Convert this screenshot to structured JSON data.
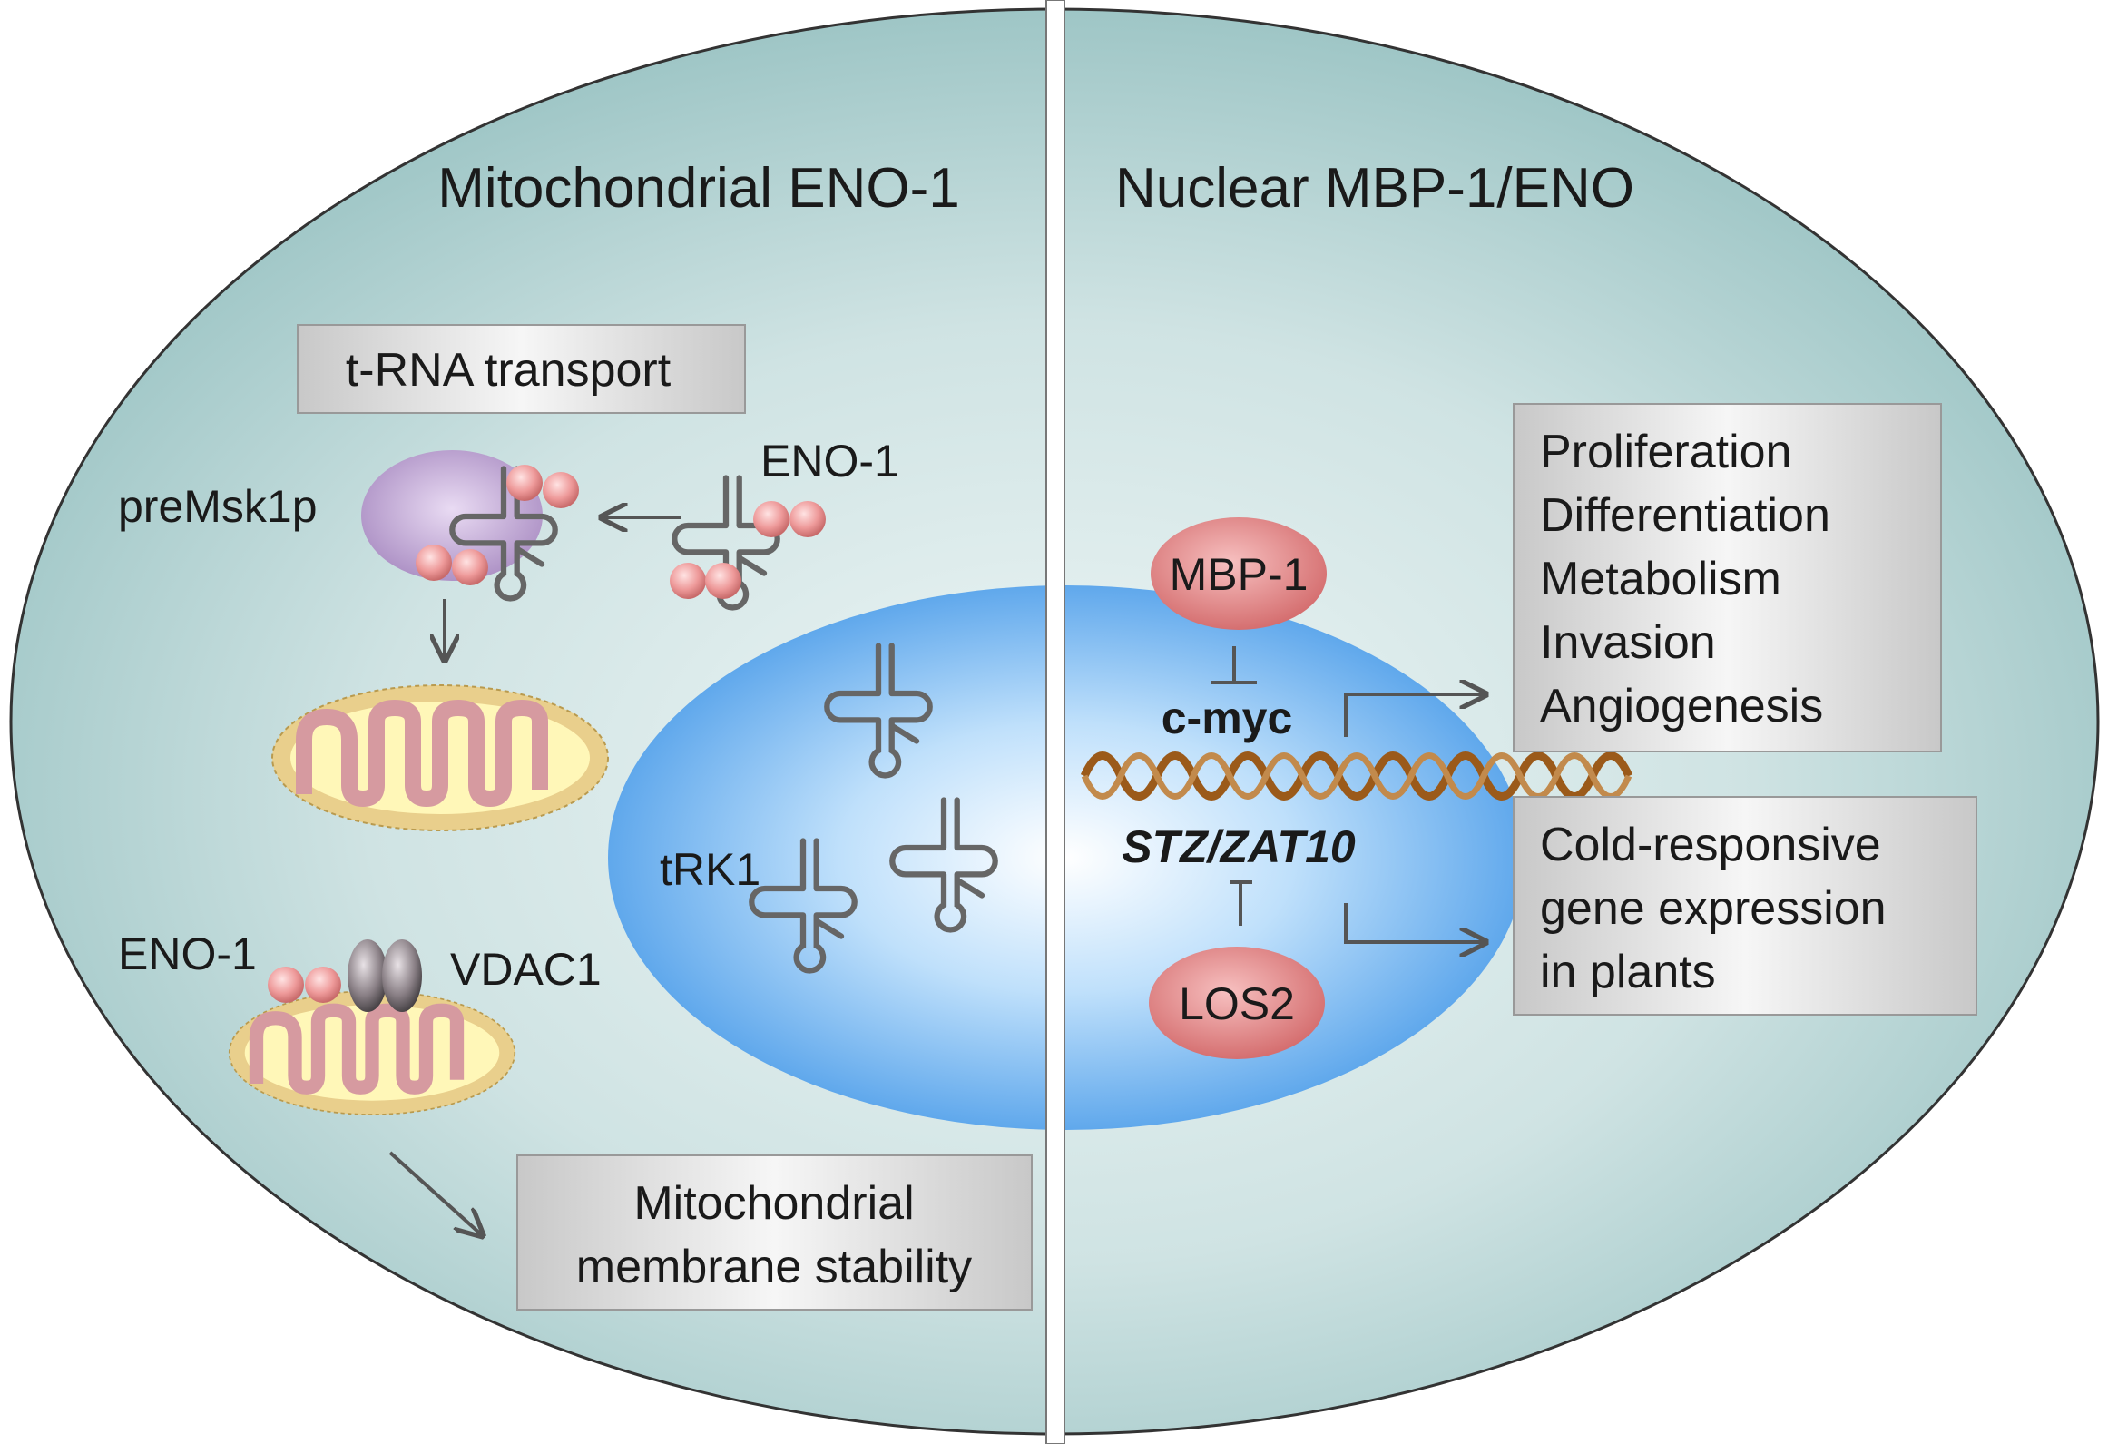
{
  "left_panel": {
    "title": "Mitochondrial ENO-1",
    "trna_box": "t-RNA transport",
    "premsk_label": "preMsk1p",
    "eno1_top_label": "ENO-1",
    "trk1_label": "tRK1",
    "eno1_bottom_label": "ENO-1",
    "vdac_label": "VDAC1",
    "stability_box": [
      "Mitochondrial",
      "membrane stability"
    ]
  },
  "right_panel": {
    "title": "Nuclear MBP-1/ENO",
    "mbp1_label": "MBP-1",
    "cmyc_label": "c-myc",
    "stz_label": "STZ/ZAT10",
    "los2_label": "LOS2",
    "outcomes_box": [
      "Proliferation",
      "Differentiation",
      "Metabolism",
      "Invasion",
      "Angiogenesis"
    ],
    "cold_box": [
      "Cold-responsive",
      "gene expression",
      "in plants"
    ]
  },
  "colors": {
    "cell_outer": "#9fc6c6",
    "cell_inner": "#e6f1f1",
    "nucleus_outer": "#5aa7ee",
    "nucleus_inner": "#ffffff",
    "protein_ball": "#e08a8a",
    "premsk": "#b39ac8",
    "mito_outer": "#e9cf8c",
    "mito_inner": "#fff7b8",
    "mito_folds": "#d69aa0",
    "protein_oval": "#e07f80",
    "dna_strand": "#9b5a1a"
  }
}
